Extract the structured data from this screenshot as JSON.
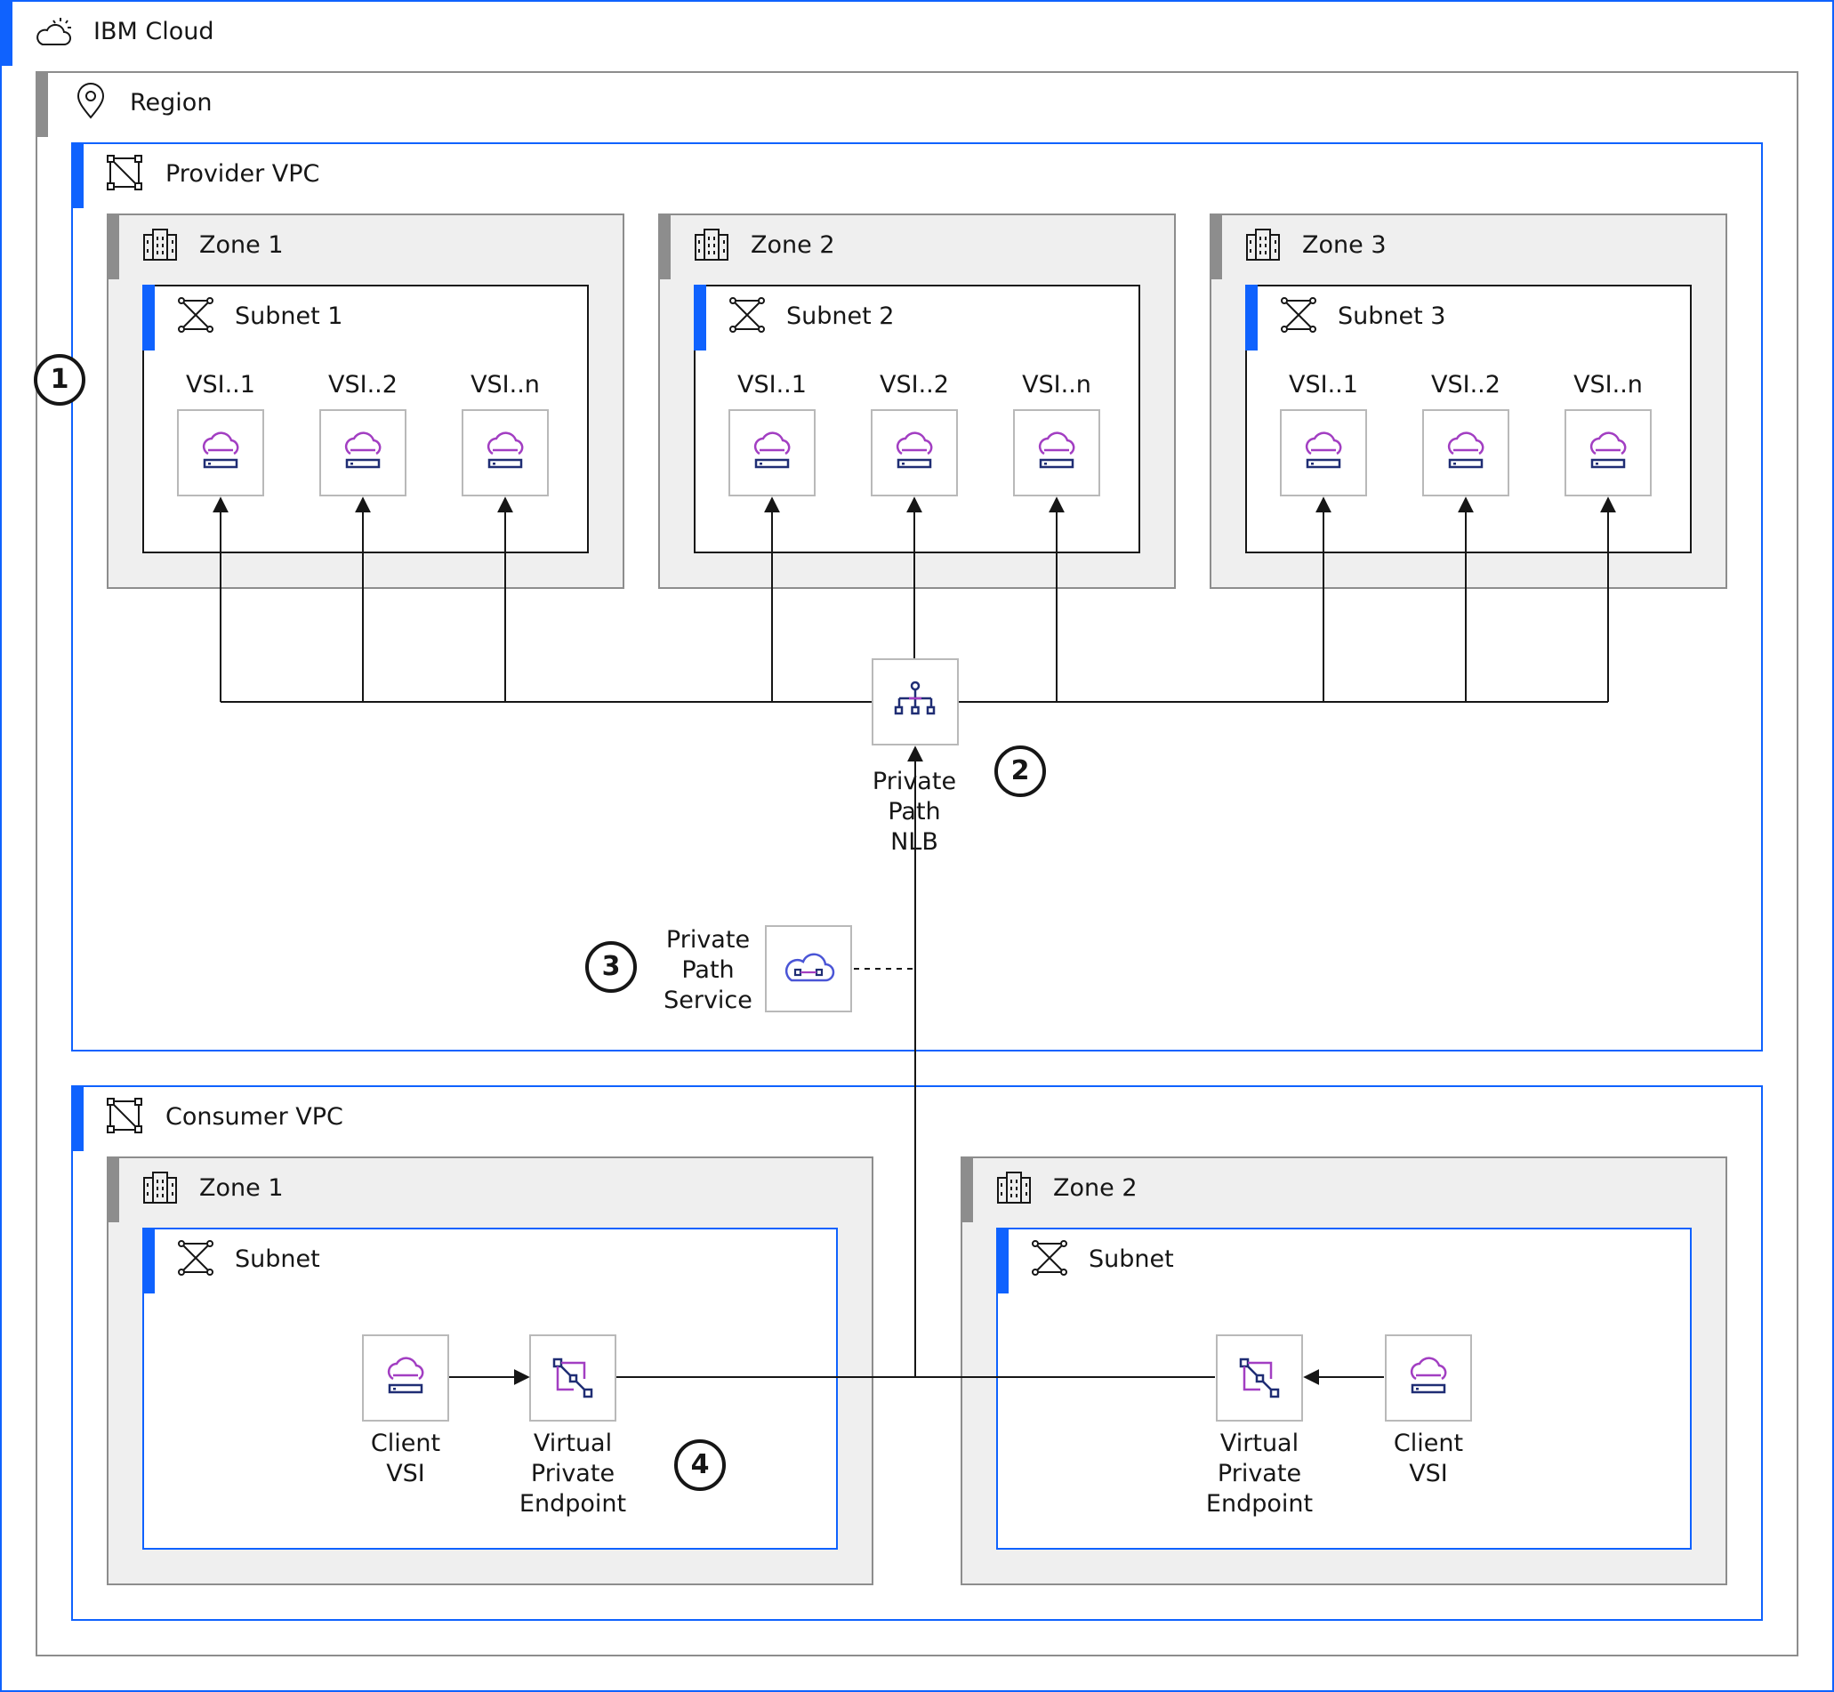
{
  "colors": {
    "accent": "#0f62fe",
    "zone_fill": "#efefef",
    "zone_bar": "#8d8d8d",
    "icon_magenta": "#a23ec2",
    "icon_navy": "#1f2d74",
    "line": "#161616"
  },
  "cloud": {
    "title": "IBM Cloud",
    "icon": "cloud-sun-icon"
  },
  "region": {
    "title": "Region",
    "icon": "location-pin-icon"
  },
  "provider_vpc": {
    "title": "Provider VPC",
    "icon": "vpc-icon",
    "zones": [
      {
        "title": "Zone 1",
        "subnet": "Subnet 1",
        "vsis": [
          "VSI..1",
          "VSI..2",
          "VSI..n"
        ]
      },
      {
        "title": "Zone 2",
        "subnet": "Subnet 2",
        "vsis": [
          "VSI..1",
          "VSI..2",
          "VSI..n"
        ]
      },
      {
        "title": "Zone 3",
        "subnet": "Subnet 3",
        "vsis": [
          "VSI..1",
          "VSI..2",
          "VSI..n"
        ]
      }
    ],
    "nlb": {
      "lines": [
        "Private",
        "Path",
        "NLB"
      ],
      "icon": "load-balancer-icon"
    },
    "service": {
      "lines": [
        "Private",
        "Path",
        "Service"
      ],
      "icon": "cloud-connection-icon"
    }
  },
  "consumer_vpc": {
    "title": "Consumer VPC",
    "icon": "vpc-icon",
    "zones": [
      {
        "title": "Zone 1",
        "subnet": "Subnet",
        "client": [
          "Client",
          "VSI"
        ],
        "endpoint": [
          "Virtual",
          "Private",
          "Endpoint"
        ]
      },
      {
        "title": "Zone 2",
        "subnet": "Subnet",
        "client": [
          "Client",
          "VSI"
        ],
        "endpoint": [
          "Virtual",
          "Private",
          "Endpoint"
        ]
      }
    ]
  },
  "badges": [
    "1",
    "2",
    "3",
    "4"
  ],
  "icons": {
    "zone": "building-icon",
    "subnet": "subnet-icon",
    "vsi": "virtual-server-icon",
    "endpoint": "endpoint-icon"
  }
}
